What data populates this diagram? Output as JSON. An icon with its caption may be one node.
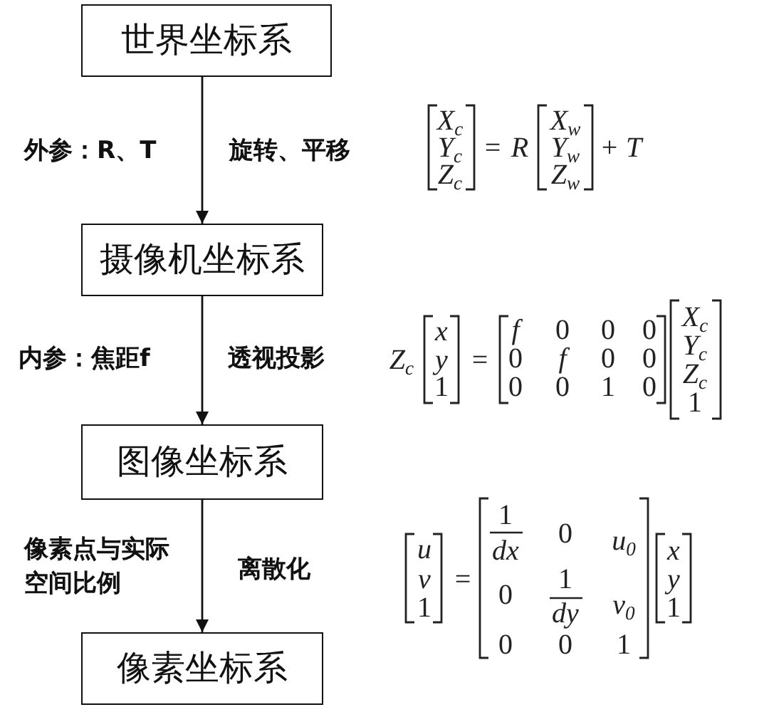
{
  "diagram": {
    "nodes": [
      {
        "text": [
          "世界坐标系"
        ]
      },
      {
        "text": [
          "摄像机坐标系"
        ]
      },
      {
        "text": [
          "图像坐标系"
        ]
      },
      {
        "text": [
          "像素坐标系"
        ]
      }
    ],
    "edges": [
      {
        "from": 0,
        "to": 1,
        "arrow": "to"
      },
      {
        "from": 1,
        "to": 2,
        "arrow": "to"
      },
      {
        "from": 2,
        "to": 3,
        "arrow": "to"
      }
    ],
    "labels": [
      "外参：R、T",
      "旋转、平移",
      "X$_{c}$",
      "Y$_{c}$",
      "Z$_{c}$",
      "=",
      "R",
      "X$_{w}$",
      "Y$_{w}$",
      "Z$_{w}$",
      "+",
      "T",
      "内参：焦距f",
      "透视投影",
      "Z$_{c}$",
      "x",
      "y",
      "1",
      "=",
      "f",
      "0",
      "0",
      "0",
      "0",
      "f",
      "0",
      "0",
      "0",
      "0",
      "1",
      "0",
      "X$_{c}$",
      "Y$_{c}$",
      "Z$_{c}$",
      "1",
      "像素点与实际空间比例",
      "离散化",
      "u",
      "v",
      "1",
      "=",
      "1",
      "dx",
      "0",
      "u$_{0}$",
      "0",
      "1",
      "dy",
      "v$_{0}$",
      "0",
      "0",
      "1",
      "x",
      "y",
      "1"
    ]
  }
}
